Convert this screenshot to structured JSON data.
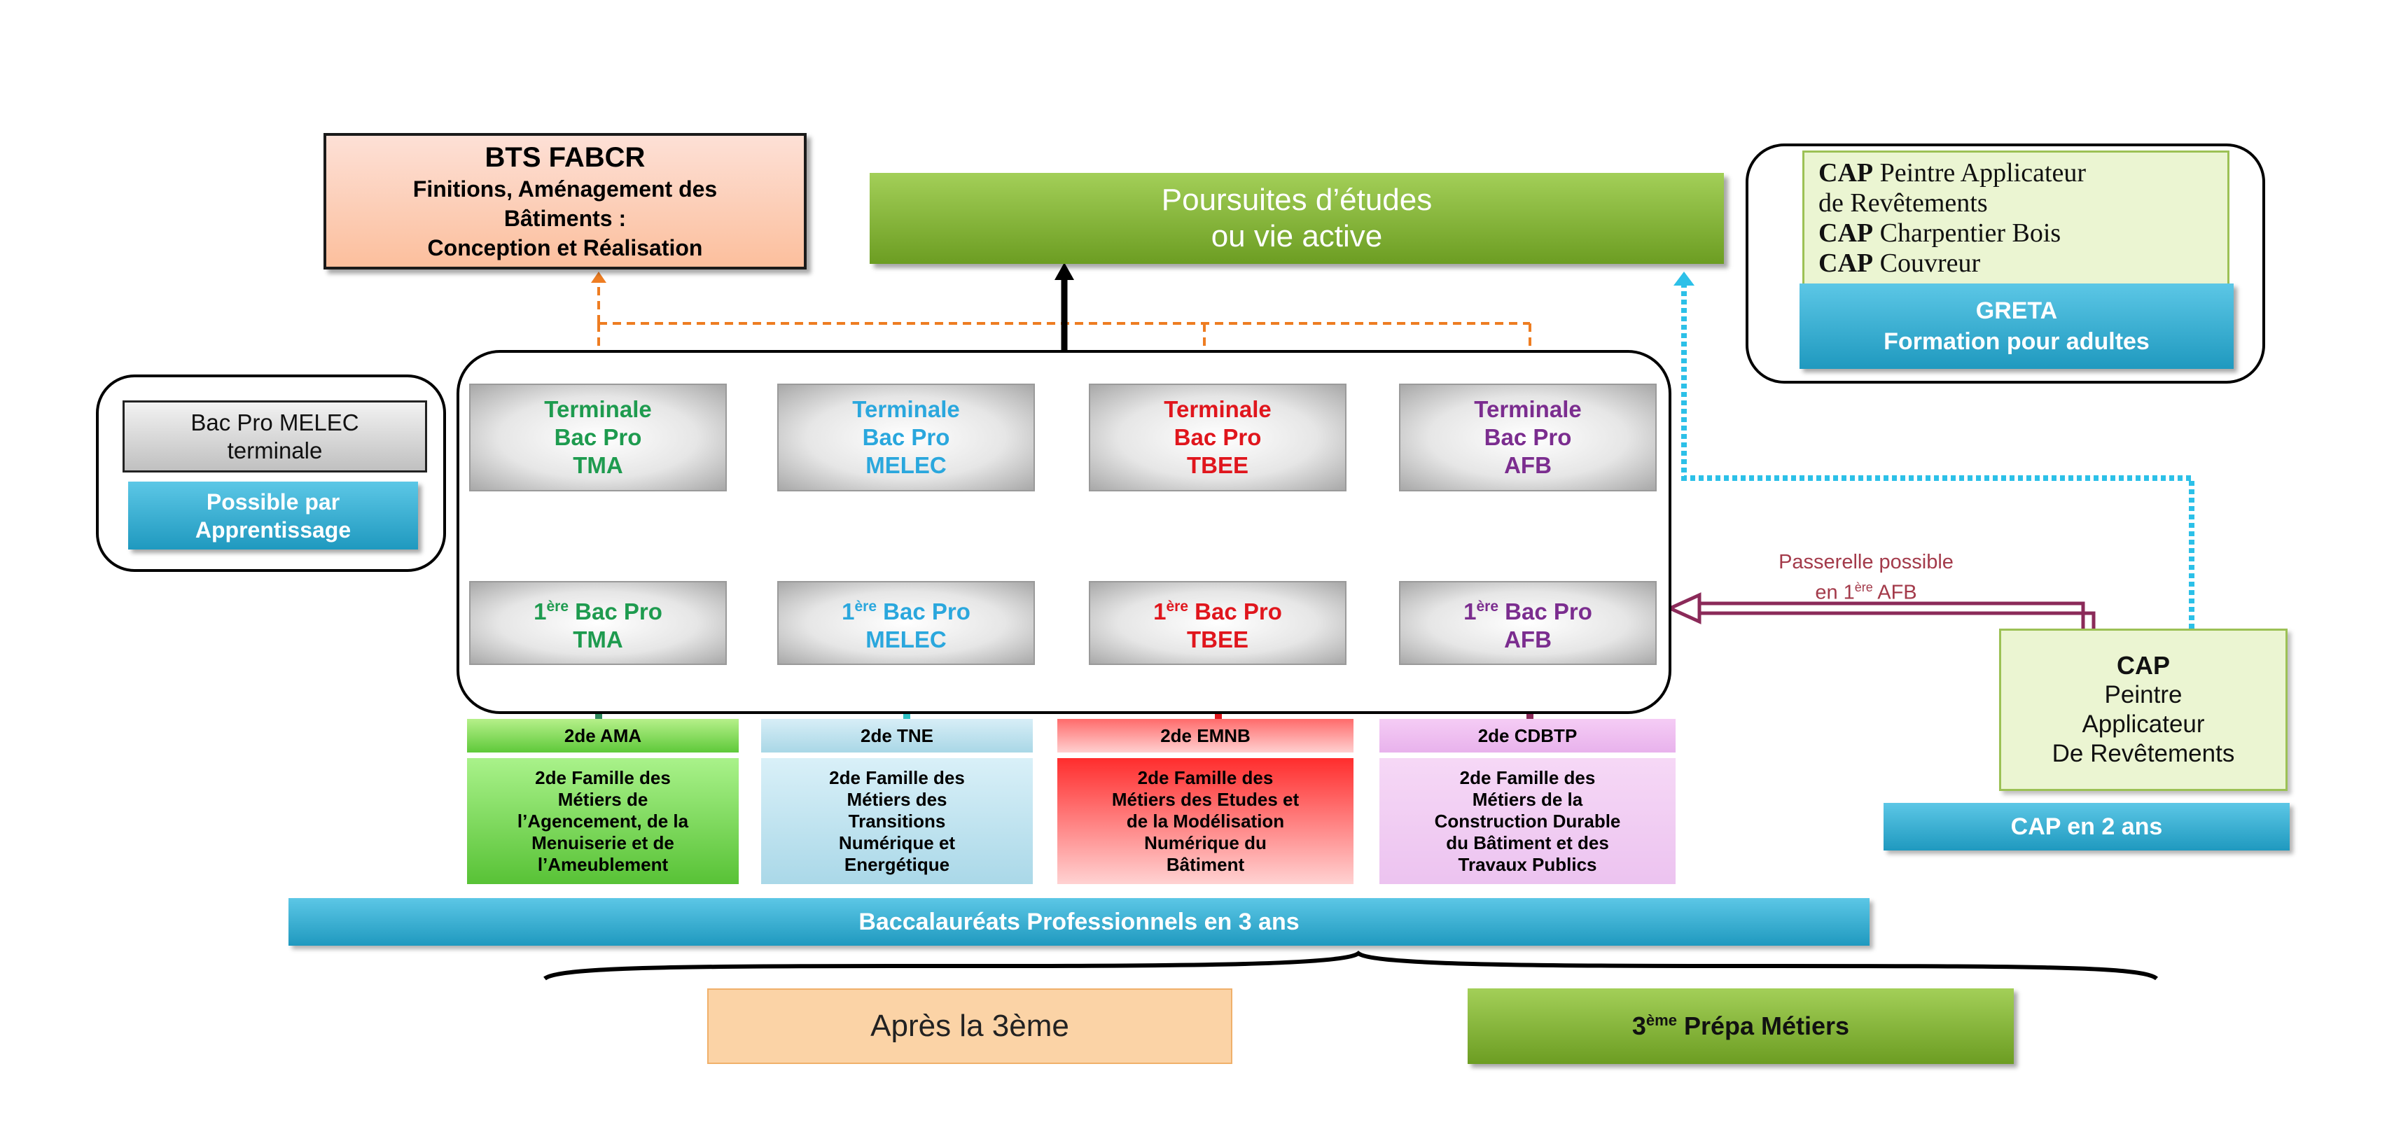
{
  "bts": {
    "title": "BTS FABCR",
    "line1": "Finitions, Aménagement des",
    "line2": "Bâtiments :",
    "line3": "Conception et Réalisation"
  },
  "poursuites": {
    "line1": "Poursuites d’études",
    "line2": "ou vie active"
  },
  "greta_block": {
    "cap_prefix": "CAP",
    "cap1_rest": " Peintre Applicateur",
    "cap1_line2": "de Revêtements",
    "cap2_rest": " Charpentier Bois",
    "cap3_rest": " Couvreur",
    "greta_line1": "GRETA",
    "greta_line2": "Formation pour adultes"
  },
  "melec_block": {
    "line1": "Bac Pro MELEC",
    "line2": "terminale",
    "app_line1": "Possible par",
    "app_line2": "Apprentissage"
  },
  "terminales": [
    {
      "line1": "Terminale",
      "line2": "Bac Pro",
      "line3": "TMA",
      "color": "#1e9b4f"
    },
    {
      "line1": "Terminale",
      "line2": "Bac Pro",
      "line3": "MELEC",
      "color": "#2aa7dd"
    },
    {
      "line1": "Terminale",
      "line2": "Bac Pro",
      "line3": "TBEE",
      "color": "#e0161d"
    },
    {
      "line1": "Terminale",
      "line2": "Bac Pro",
      "line3": "AFB",
      "color": "#7b2d8f"
    }
  ],
  "premieres": [
    {
      "num": "1",
      "sup": "ère",
      "rest": " Bac Pro",
      "line2": "TMA",
      "color": "#1e9b4f"
    },
    {
      "num": "1",
      "sup": "ère",
      "rest": " Bac Pro",
      "line2": "MELEC",
      "color": "#2aa7dd"
    },
    {
      "num": "1",
      "sup": "ère",
      "rest": " Bac Pro",
      "line2": "TBEE",
      "color": "#e0161d"
    },
    {
      "num": "1",
      "sup": "ère",
      "rest": " Bac Pro",
      "line2": "AFB",
      "color": "#7b2d8f"
    }
  ],
  "secondes": [
    {
      "short": "2de AMA",
      "family": [
        "2de Famille des",
        "Métiers de",
        "l’Agencement, de la",
        "Menuiserie et de",
        "l’Ameublement"
      ]
    },
    {
      "short": "2de TNE",
      "family": [
        "2de Famille des",
        "Métiers des",
        "Transitions",
        "Numérique et",
        "Energétique"
      ]
    },
    {
      "short": "2de EMNB",
      "family": [
        "2de Famille des",
        "Métiers des Etudes et",
        "de la Modélisation",
        "Numérique du",
        "Bâtiment"
      ]
    },
    {
      "short": "2de CDBTP",
      "family": [
        "2de Famille des",
        "Métiers de la",
        "Construction Durable",
        "du Bâtiment et des",
        "Travaux Publics"
      ]
    }
  ],
  "bac3": "Baccalauréats Professionnels  en 3 ans",
  "apres": "Après la 3ème",
  "prepa": {
    "num": "3",
    "sup": "ème",
    "rest": " Prépa Métiers"
  },
  "cap_right": {
    "title": "CAP",
    "line1": "Peintre",
    "line2": "Applicateur",
    "line3": "De Revêtements"
  },
  "cap2": "CAP en 2 ans",
  "passerelle": {
    "line1": "Passerelle possible",
    "line2_a": "en 1",
    "line2_sup": "ère",
    "line2_b": " AFB"
  },
  "colors": {
    "orange_dash": "#ee7d22",
    "cyan_dots": "#2cc0e8",
    "red_arrow": "#e0161d",
    "purple_arrow": "#8b2a59"
  }
}
